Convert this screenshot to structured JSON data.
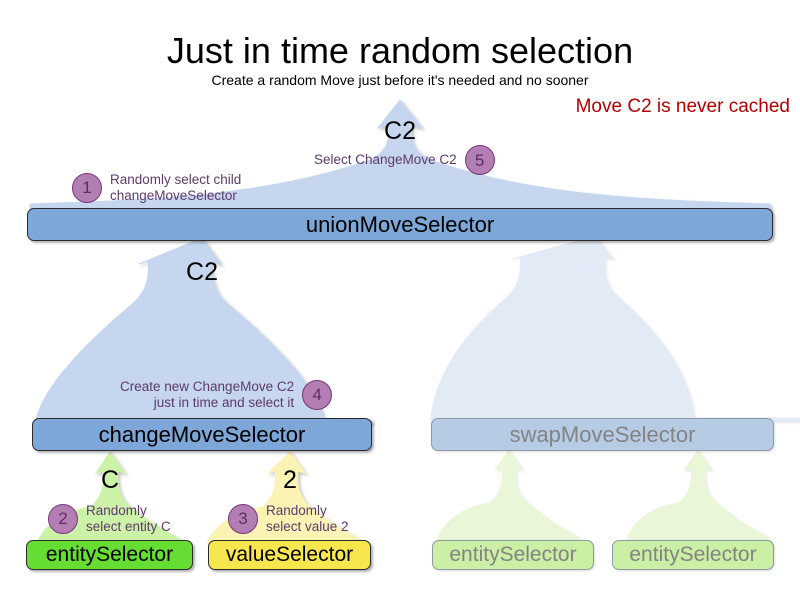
{
  "header": {
    "title": "Just in time random selection",
    "subtitle": "Create a random Move just before it's needed and no sooner",
    "warning": "Move C2 is never cached"
  },
  "colors": {
    "bar_blue": "#7CA7D8",
    "bar_green": "#66DD33",
    "bar_yellow": "#F7E64D",
    "cloud_blue": "#C5D6EE",
    "cloud_green": "#CCF2A8",
    "cloud_yellow": "#FBF3B4",
    "faded_bar_blue": "#B6CBE4",
    "faded_bar_green": "#CBEFA4",
    "faded_cloud_blue": "#E2EAF6",
    "faded_cloud_green": "#E9F7D8",
    "badge_fill": "#B37EB3",
    "badge_border": "#77367A",
    "annotation_text": "#5E3A6B",
    "warning_text": "#B40000",
    "outline": "#2b2b2b",
    "faded_outline": "#8d9aa6",
    "faded_text": "#838383"
  },
  "nodes": {
    "union_move_selector": "unionMoveSelector",
    "change_move_selector": "changeMoveSelector",
    "swap_move_selector": "swapMoveSelector",
    "entity_selector": "entitySelector",
    "value_selector": "valueSelector",
    "swap_entity_selector_left": "entitySelector",
    "swap_entity_selector_right": "entitySelector"
  },
  "flow_labels": {
    "top_output": "C2",
    "union_from_change": "C2",
    "change_from_entity": "C",
    "change_from_value": "2"
  },
  "steps": [
    {
      "number": "1",
      "line1": "Randomly select child",
      "line2": "changeMoveSelector"
    },
    {
      "number": "2",
      "line1": "Randomly",
      "line2": "select entity C"
    },
    {
      "number": "3",
      "line1": "Randomly",
      "line2": "select value 2"
    },
    {
      "number": "4",
      "line1": "Create new ChangeMove C2",
      "line2": "just in time and select it"
    },
    {
      "number": "5",
      "line1": "Select ChangeMove C2",
      "line2": ""
    }
  ]
}
